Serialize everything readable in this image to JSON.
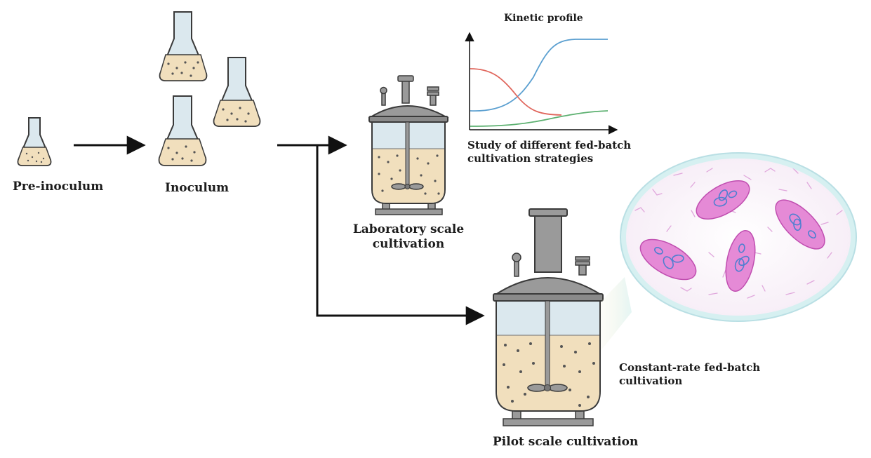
{
  "labels": {
    "pre_inoculum": "Pre-inoculum",
    "inoculum": "Inoculum",
    "lab_scale_line1": "Laboratory scale",
    "lab_scale_line2": "cultivation",
    "pilot_scale": "Pilot scale cultivation",
    "kinetic_title": "Kinetic profile",
    "fed_batch_study_line1": "Study of different fed-batch",
    "fed_batch_study_line2": "cultivation strategies",
    "constant_rate_line1": "Constant-rate fed-batch",
    "constant_rate_line2": "cultivation"
  },
  "kinetic_profile": {
    "curves": [
      {
        "color": "#5a9fd0"
      },
      {
        "color": "#e0665c"
      },
      {
        "color": "#5cb070"
      }
    ]
  },
  "colors": {
    "medium": "#f1dfbd",
    "glass": "#dbe8ee",
    "outline": "#3a3a3a",
    "lid": "#9a9a9a",
    "cell_fill": "#e58ad6",
    "cell_outline": "#c04eb0",
    "inclusion": "#4f7fd0",
    "lens_rim": "#cfeff2"
  }
}
